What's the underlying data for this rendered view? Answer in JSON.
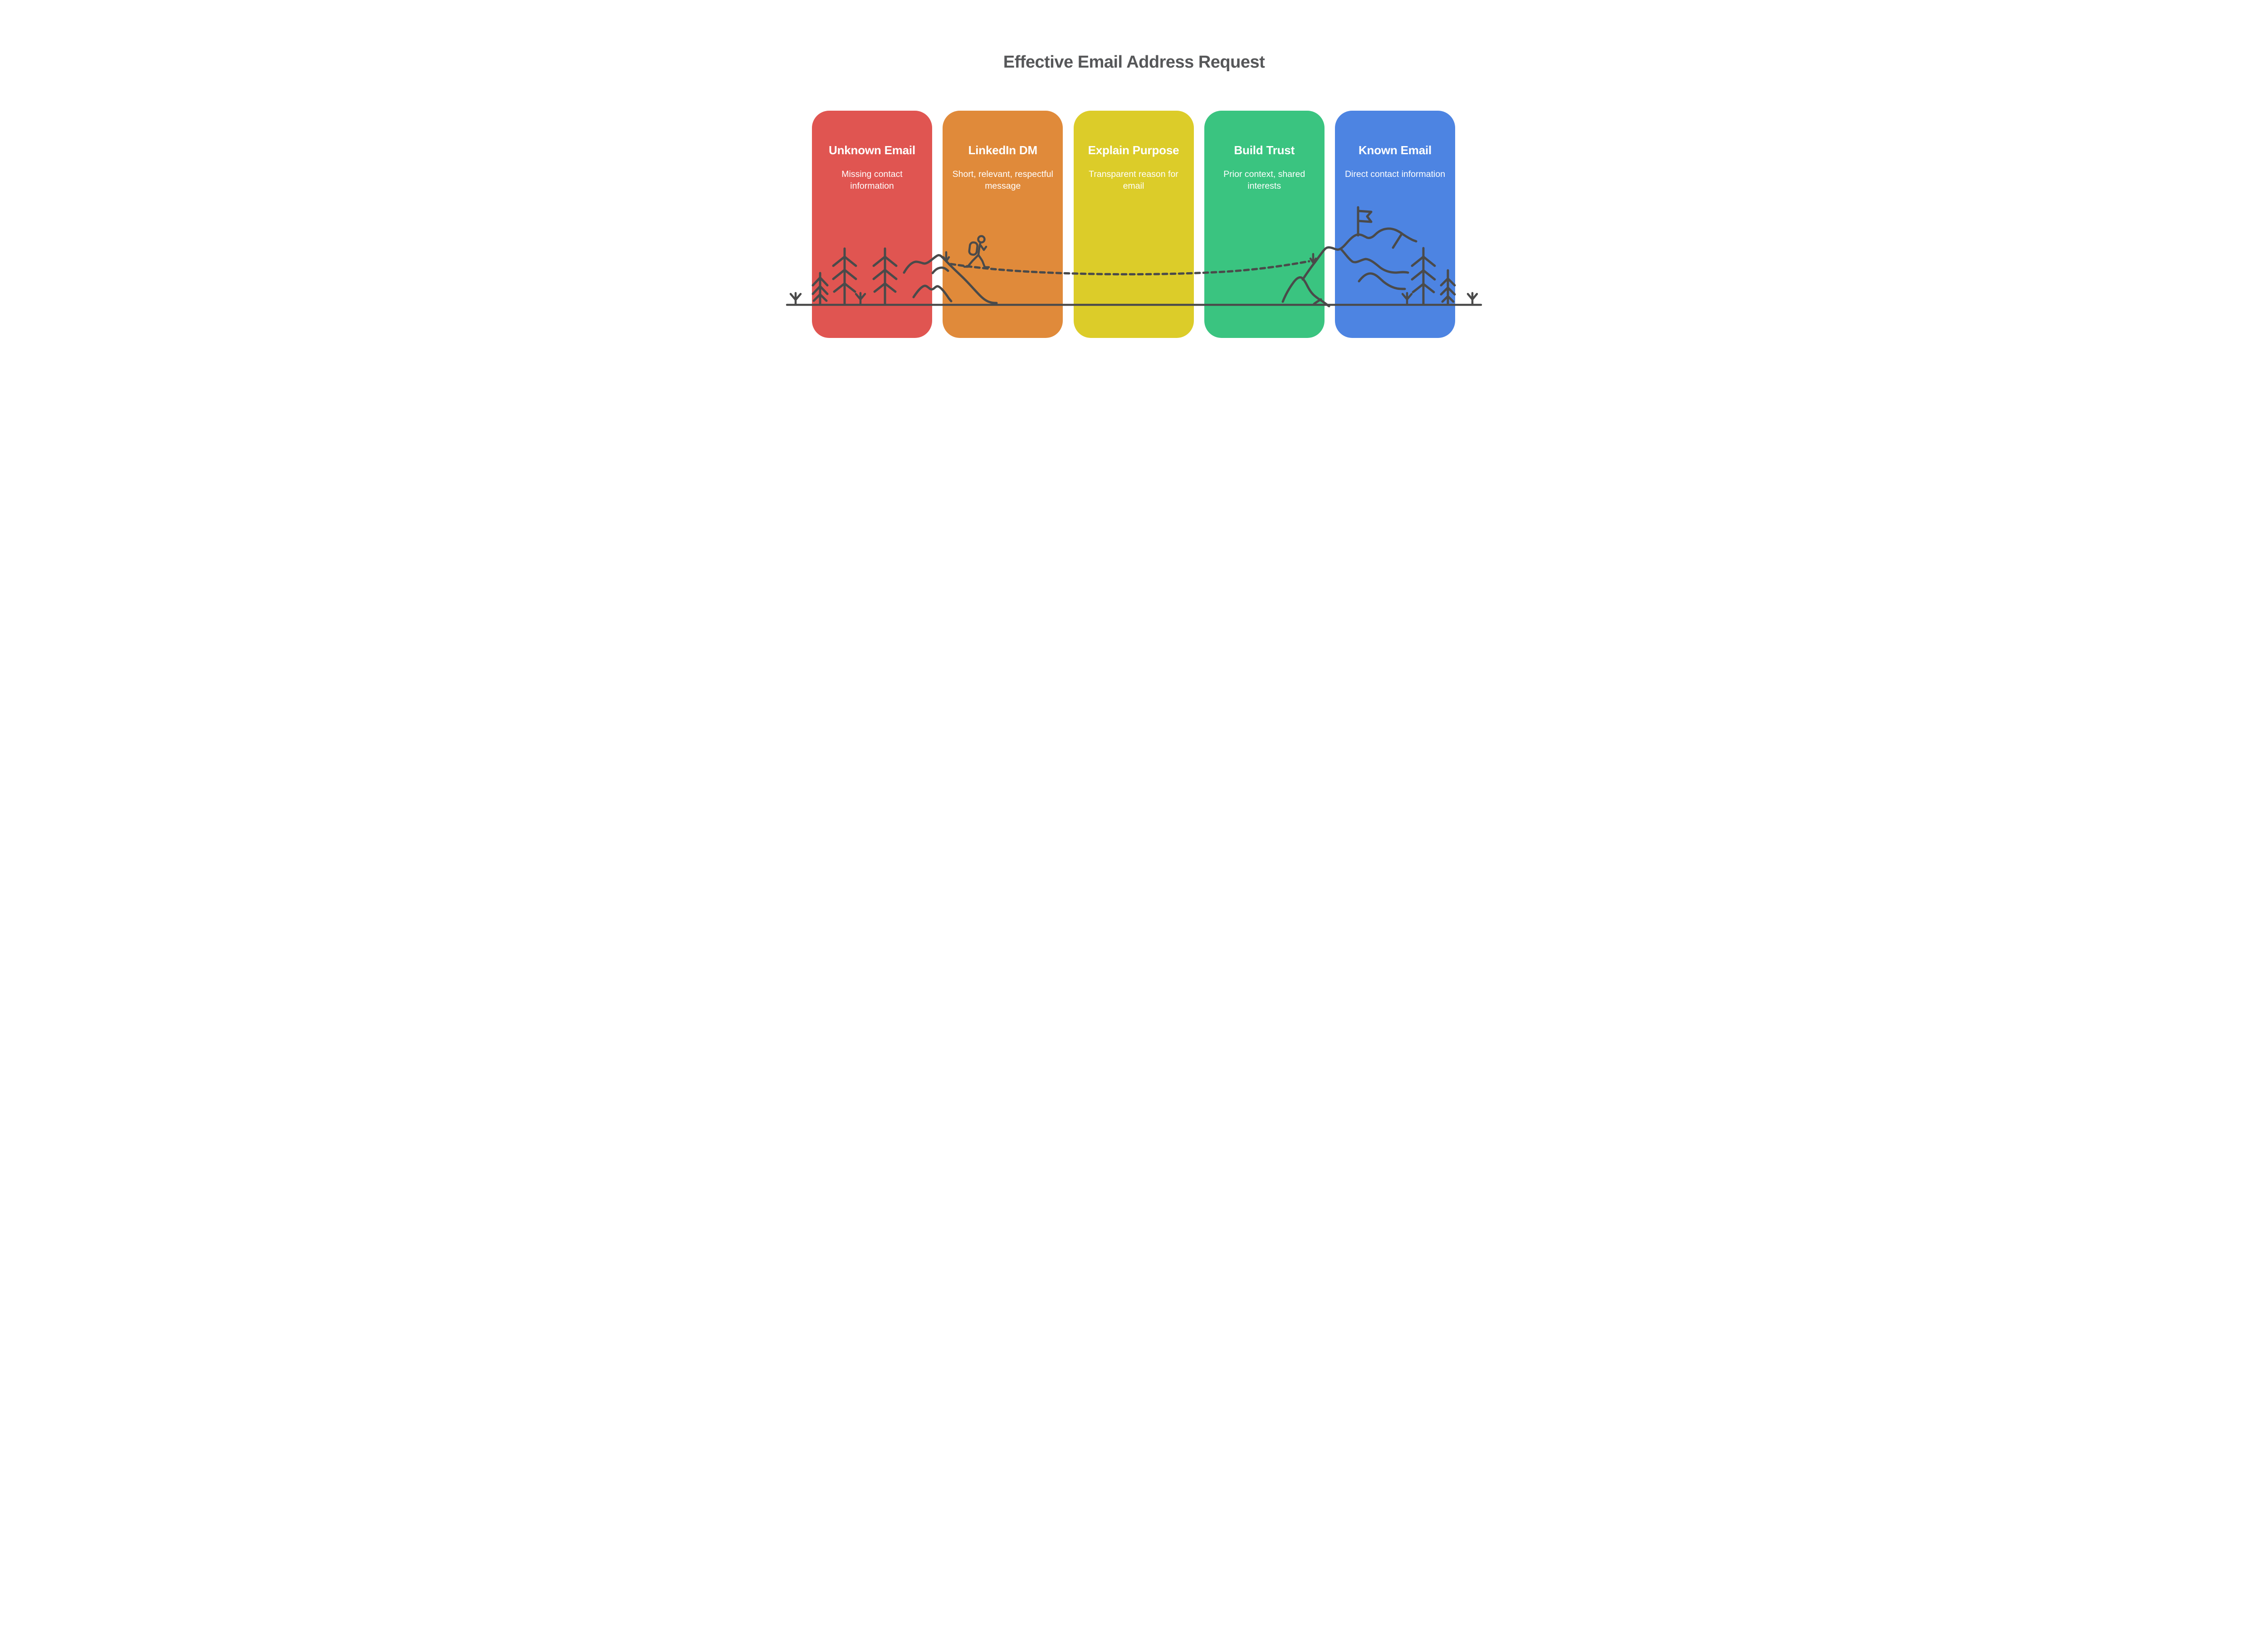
{
  "header": {
    "title": "Effective Email Address Request",
    "title_color": "#565759"
  },
  "stages": [
    {
      "title": "Unknown Email",
      "description": "Missing contact information",
      "color": "#e05551"
    },
    {
      "title": "LinkedIn DM",
      "description": "Short, relevant, respectful message",
      "color": "#e08a3a"
    },
    {
      "title": "Explain Purpose",
      "description": "Transparent reason for email",
      "color": "#dccc29"
    },
    {
      "title": "Build Trust",
      "description": "Prior context, shared interests",
      "color": "#3ac480"
    },
    {
      "title": "Known Email",
      "description": "Direct contact information",
      "color": "#4d84e2"
    }
  ],
  "illustration": {
    "line_color": "#4a4a4a",
    "icons": [
      "ground-line",
      "sapling-icon",
      "pine-tree-icon",
      "foothill-icon",
      "mountain-icon",
      "trail-start-marker-icon",
      "dashed-trail-path",
      "hiker-icon",
      "trail-end-marker-icon",
      "summit-mountain-icon",
      "summit-flag-icon"
    ]
  }
}
